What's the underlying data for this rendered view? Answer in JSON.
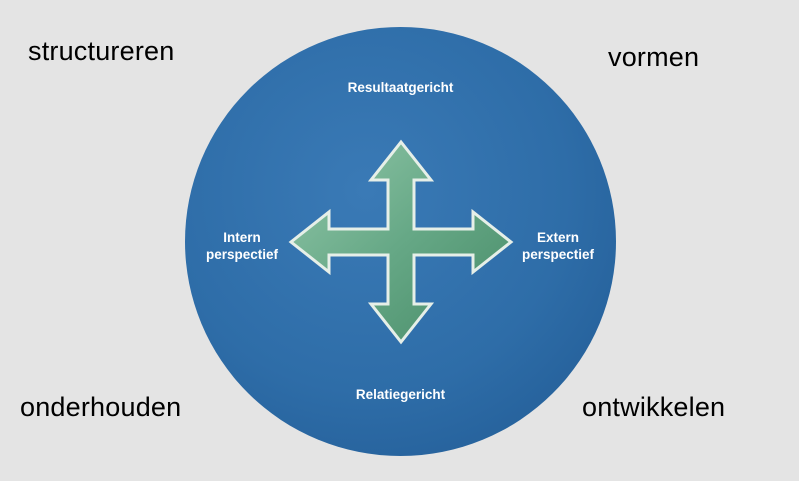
{
  "background_color": "#e4e4e4",
  "circle": {
    "fill_color": "#2e6da8",
    "labels": {
      "top": "Resultaatgericht",
      "bottom": "Relatiegericht",
      "left_line1": "Intern",
      "left_line2": "perspectief",
      "right_line1": "Extern",
      "right_line2": "perspectief"
    }
  },
  "arrow": {
    "name": "four-way-arrow",
    "fill_color": "#66a886",
    "outline_color": "#e6efe8"
  },
  "corners": {
    "top_left": "structureren",
    "top_right": "vormen",
    "bottom_left": "onderhouden",
    "bottom_right": "ontwikkelen"
  }
}
